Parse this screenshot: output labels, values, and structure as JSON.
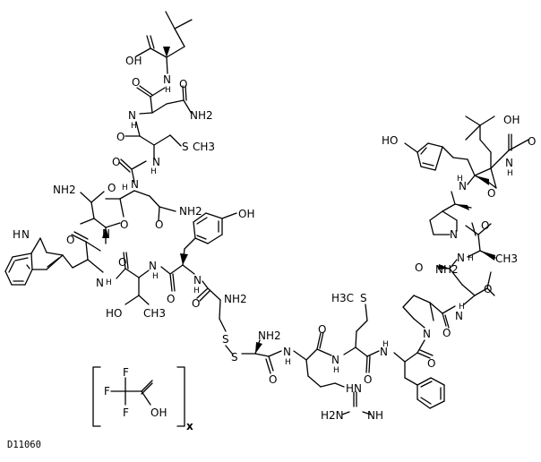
{
  "compound_code": "D11060",
  "salt": {
    "counterion_label": "x",
    "F1": "F",
    "F2": "F",
    "F3": "F",
    "OH": "OH"
  },
  "labels": {
    "l1": "OH",
    "l2": "N",
    "l3": "H",
    "l4": "O",
    "l5": "O",
    "l6": "NH2",
    "l7": "N",
    "l8": "H",
    "l9": "O",
    "l10": "S",
    "l11": "CH3",
    "l12": "O",
    "l13": "N",
    "l14": "H",
    "l15": "NH2",
    "l16": "O",
    "l17": "N",
    "l18": "H",
    "l19": "O",
    "l20": "NH2",
    "l21": "O",
    "l22": "H",
    "l23": "N",
    "l24": "N",
    "l25": "O",
    "l26": "N",
    "l27": "H",
    "l28": "O",
    "l29": "N",
    "l30": "H",
    "l31": "HO",
    "l32": "CH3",
    "l33": "O",
    "l34": "N",
    "l35": "H",
    "l36": "OH",
    "l37": "NH2",
    "l38": "O",
    "l39": "S",
    "l40": "S",
    "l41": "NH2",
    "l42": "O",
    "l43": "N",
    "l44": "H",
    "l45": "H3C",
    "l46": "S",
    "l47": "O",
    "l48": "N",
    "l49": "H",
    "l50": "O",
    "l51": "N",
    "l52": "H",
    "l53": "HN",
    "l54": "H2N",
    "l55": "NH",
    "l56": "N",
    "l57": "O",
    "l58": "O",
    "l59": "N",
    "l60": "H",
    "l61": "O",
    "l62": "NH2",
    "l63": "N",
    "l64": "H",
    "l65": "O",
    "l66": "CH3",
    "l67": "N",
    "l68": "O",
    "l69": "N",
    "l70": "H",
    "l71": "O",
    "l72": "HO",
    "l73": "OH",
    "l74": "O",
    "l75": "N",
    "l76": "H"
  }
}
